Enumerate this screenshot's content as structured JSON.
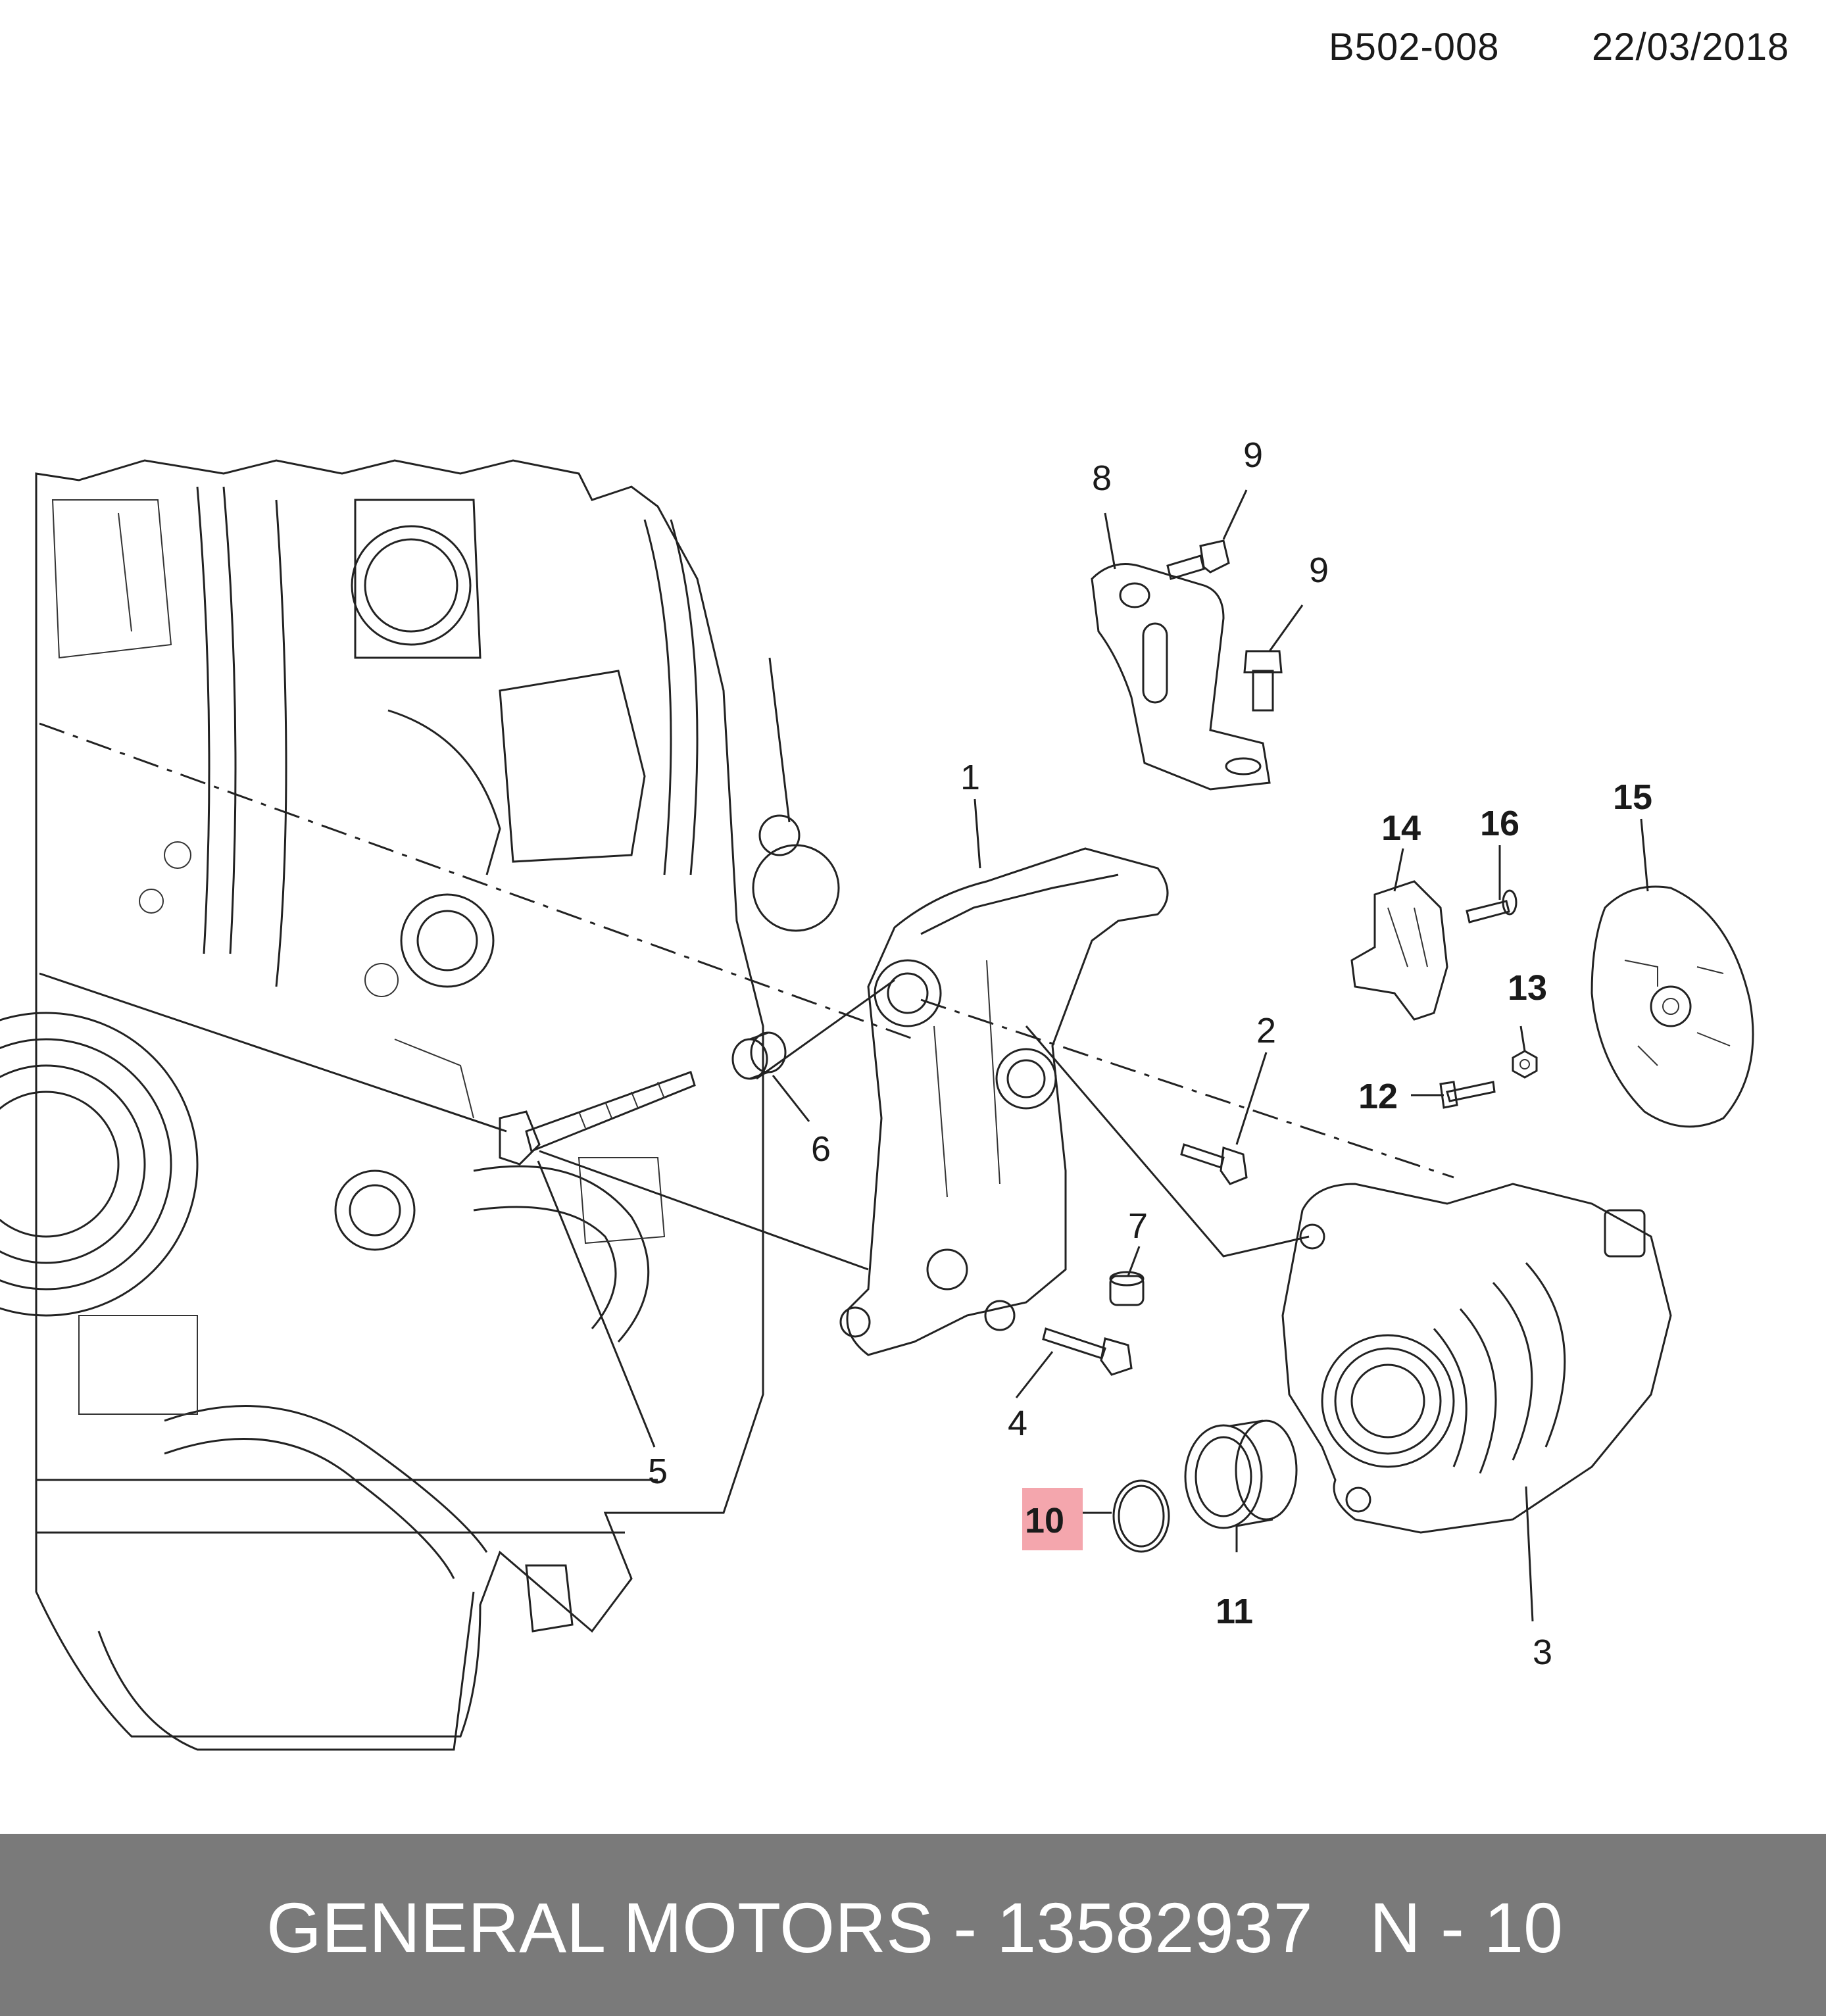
{
  "header": {
    "code": "B502-008",
    "date": "22/03/2018"
  },
  "callouts": [
    {
      "id": "c1",
      "label": "1"
    },
    {
      "id": "c2",
      "label": "2"
    },
    {
      "id": "c3",
      "label": "3"
    },
    {
      "id": "c4",
      "label": "4"
    },
    {
      "id": "c5",
      "label": "5"
    },
    {
      "id": "c6",
      "label": "6"
    },
    {
      "id": "c7",
      "label": "7"
    },
    {
      "id": "c8",
      "label": "8"
    },
    {
      "id": "c9a",
      "label": "9"
    },
    {
      "id": "c9b",
      "label": "9"
    },
    {
      "id": "c10",
      "label": "10"
    },
    {
      "id": "c11",
      "label": "11"
    },
    {
      "id": "c12",
      "label": "12"
    },
    {
      "id": "c13",
      "label": "13"
    },
    {
      "id": "c14",
      "label": "14"
    },
    {
      "id": "c15",
      "label": "15"
    },
    {
      "id": "c16",
      "label": "16"
    }
  ],
  "highlight": {
    "label": "10",
    "color": "#f4a6ad"
  },
  "footer": {
    "brand_part": "GENERAL MOTORS - 13582937",
    "note": "N - 10",
    "background": "#7a7a7a"
  }
}
